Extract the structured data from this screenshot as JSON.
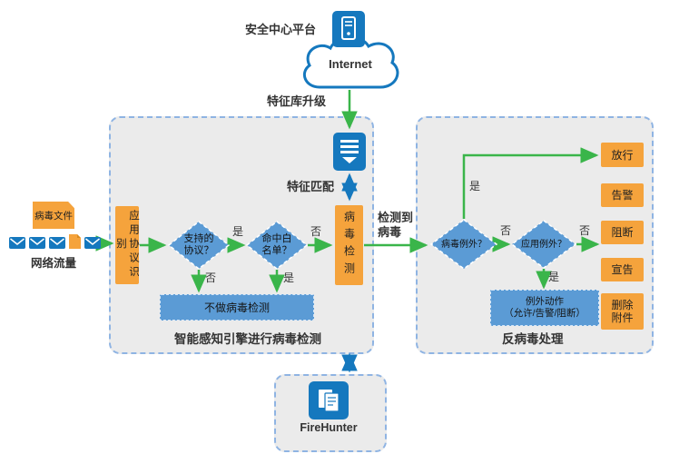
{
  "palette": {
    "orange": "#F5A33C",
    "node_blue": "#5B9BD5",
    "icon_blue": "#1578BE",
    "arrow_green": "#3AB54A",
    "container_fill": "#EBEBEB",
    "container_border": "#8FB4E3"
  },
  "top": {
    "platform_label": "安全中心平台",
    "internet_label": "Internet",
    "upgrade_label": "特征库升级",
    "match_label": "特征匹配"
  },
  "input": {
    "virus_file_label": "病毒文件",
    "traffic_label": "网络流量"
  },
  "engine": {
    "caption": "智能感知引擎进行病毒检测",
    "protocol_box": "应用协议识别",
    "protocol_diamond": "支持的协议？",
    "whitelist_diamond": "命中白名单？",
    "skip_box": "不做病毒检测",
    "detect_box": "病毒检测",
    "yes": "是",
    "no": "否"
  },
  "link": {
    "detected_line1": "检测到",
    "detected_line2": "病毒"
  },
  "antivirus": {
    "caption": "反病毒处理",
    "virus_exception_diamond": "病毒例外？",
    "app_exception_diamond": "应用例外？",
    "exception_action_line1": "例外动作",
    "exception_action_line2": "（允许/告警/阻断）",
    "actions": [
      "放行",
      "告警",
      "阻断",
      "宣告",
      "删除附件"
    ],
    "yes": "是",
    "no": "否"
  },
  "firehunter": {
    "label": "FireHunter"
  }
}
